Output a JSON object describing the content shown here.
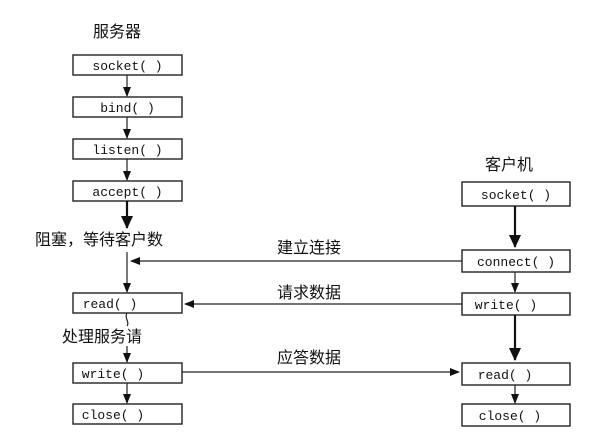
{
  "server": {
    "title": "服务器",
    "steps": [
      "socket( )",
      "bind( )",
      "listen( )",
      "accept( )",
      "read( )",
      "write( )",
      "close( )"
    ],
    "blocking_note": "阻塞，等待客户数",
    "process_note": "处理服务请"
  },
  "client": {
    "title": "客户机",
    "steps": [
      "socket( )",
      "connect( )",
      "write( )",
      "read( )",
      "close( )"
    ]
  },
  "messages": {
    "connect": "建立连接",
    "request": "请求数据",
    "response": "应答数据"
  }
}
